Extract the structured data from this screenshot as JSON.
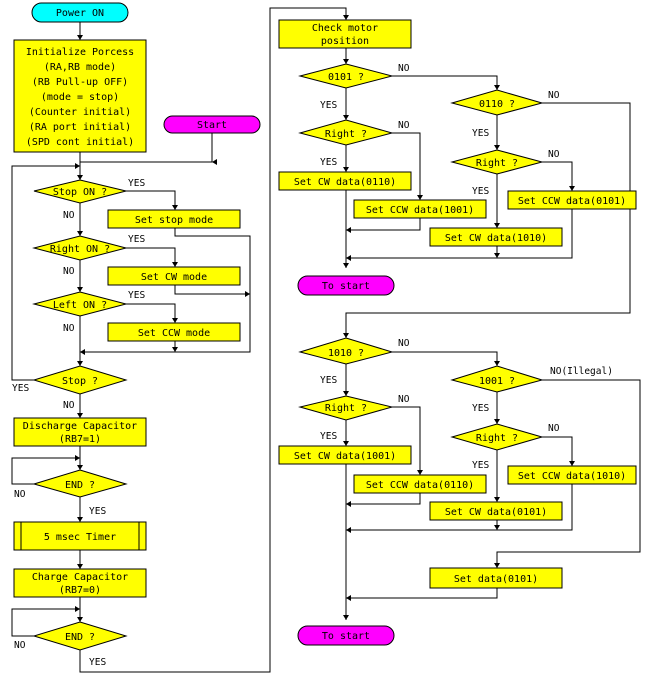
{
  "colors": {
    "process": "#ffff00",
    "start_cyan": "#00ffff",
    "start_magenta": "#ff00ff",
    "line": "#000000"
  },
  "left": {
    "power_on": "Power ON",
    "init": [
      "Initialize Porcess",
      "(RA,RB mode)",
      "(RB Pull-up OFF)",
      "(mode = stop)",
      "(Counter initial)",
      "(RA port initial)",
      "(SPD cont initial)"
    ],
    "start": "Start",
    "stop_on": "Stop ON ?",
    "set_stop": "Set stop mode",
    "right_on": "Right ON ?",
    "set_cw_mode": "Set CW mode",
    "left_on": "Left ON ?",
    "set_ccw_mode": "Set CCW mode",
    "stop_q": "Stop ?",
    "discharge": [
      "Discharge Capacitor",
      "(RB7=1)"
    ],
    "end1": "END ?",
    "timer": "5 msec Timer",
    "charge": [
      "Charge Capacitor",
      "(RB7=0)"
    ],
    "end2": "END ?"
  },
  "right_top": {
    "check": [
      "Check motor",
      "position"
    ],
    "d0101": "0101 ?",
    "d0110": "0110 ?",
    "right_a": "Right ?",
    "right_b": "Right ?",
    "cw0110": "Set CW data(0110)",
    "ccw1001": "Set CCW data(1001)",
    "ccw0101": "Set CCW data(0101)",
    "cw1010": "Set CW data(1010)",
    "to_start": "To start"
  },
  "right_bottom": {
    "d1010": "1010 ?",
    "d1001": "1001 ?",
    "right_a": "Right ?",
    "right_b": "Right ?",
    "cw1001": "Set CW data(1001)",
    "ccw0110": "Set CCW data(0110)",
    "ccw1010": "Set CCW data(1010)",
    "cw0101": "Set CW data(0101)",
    "set0101": "Set data(0101)",
    "to_start": "To start"
  },
  "labels": {
    "yes": "YES",
    "no": "NO",
    "no_illegal": "NO(Illegal)"
  }
}
